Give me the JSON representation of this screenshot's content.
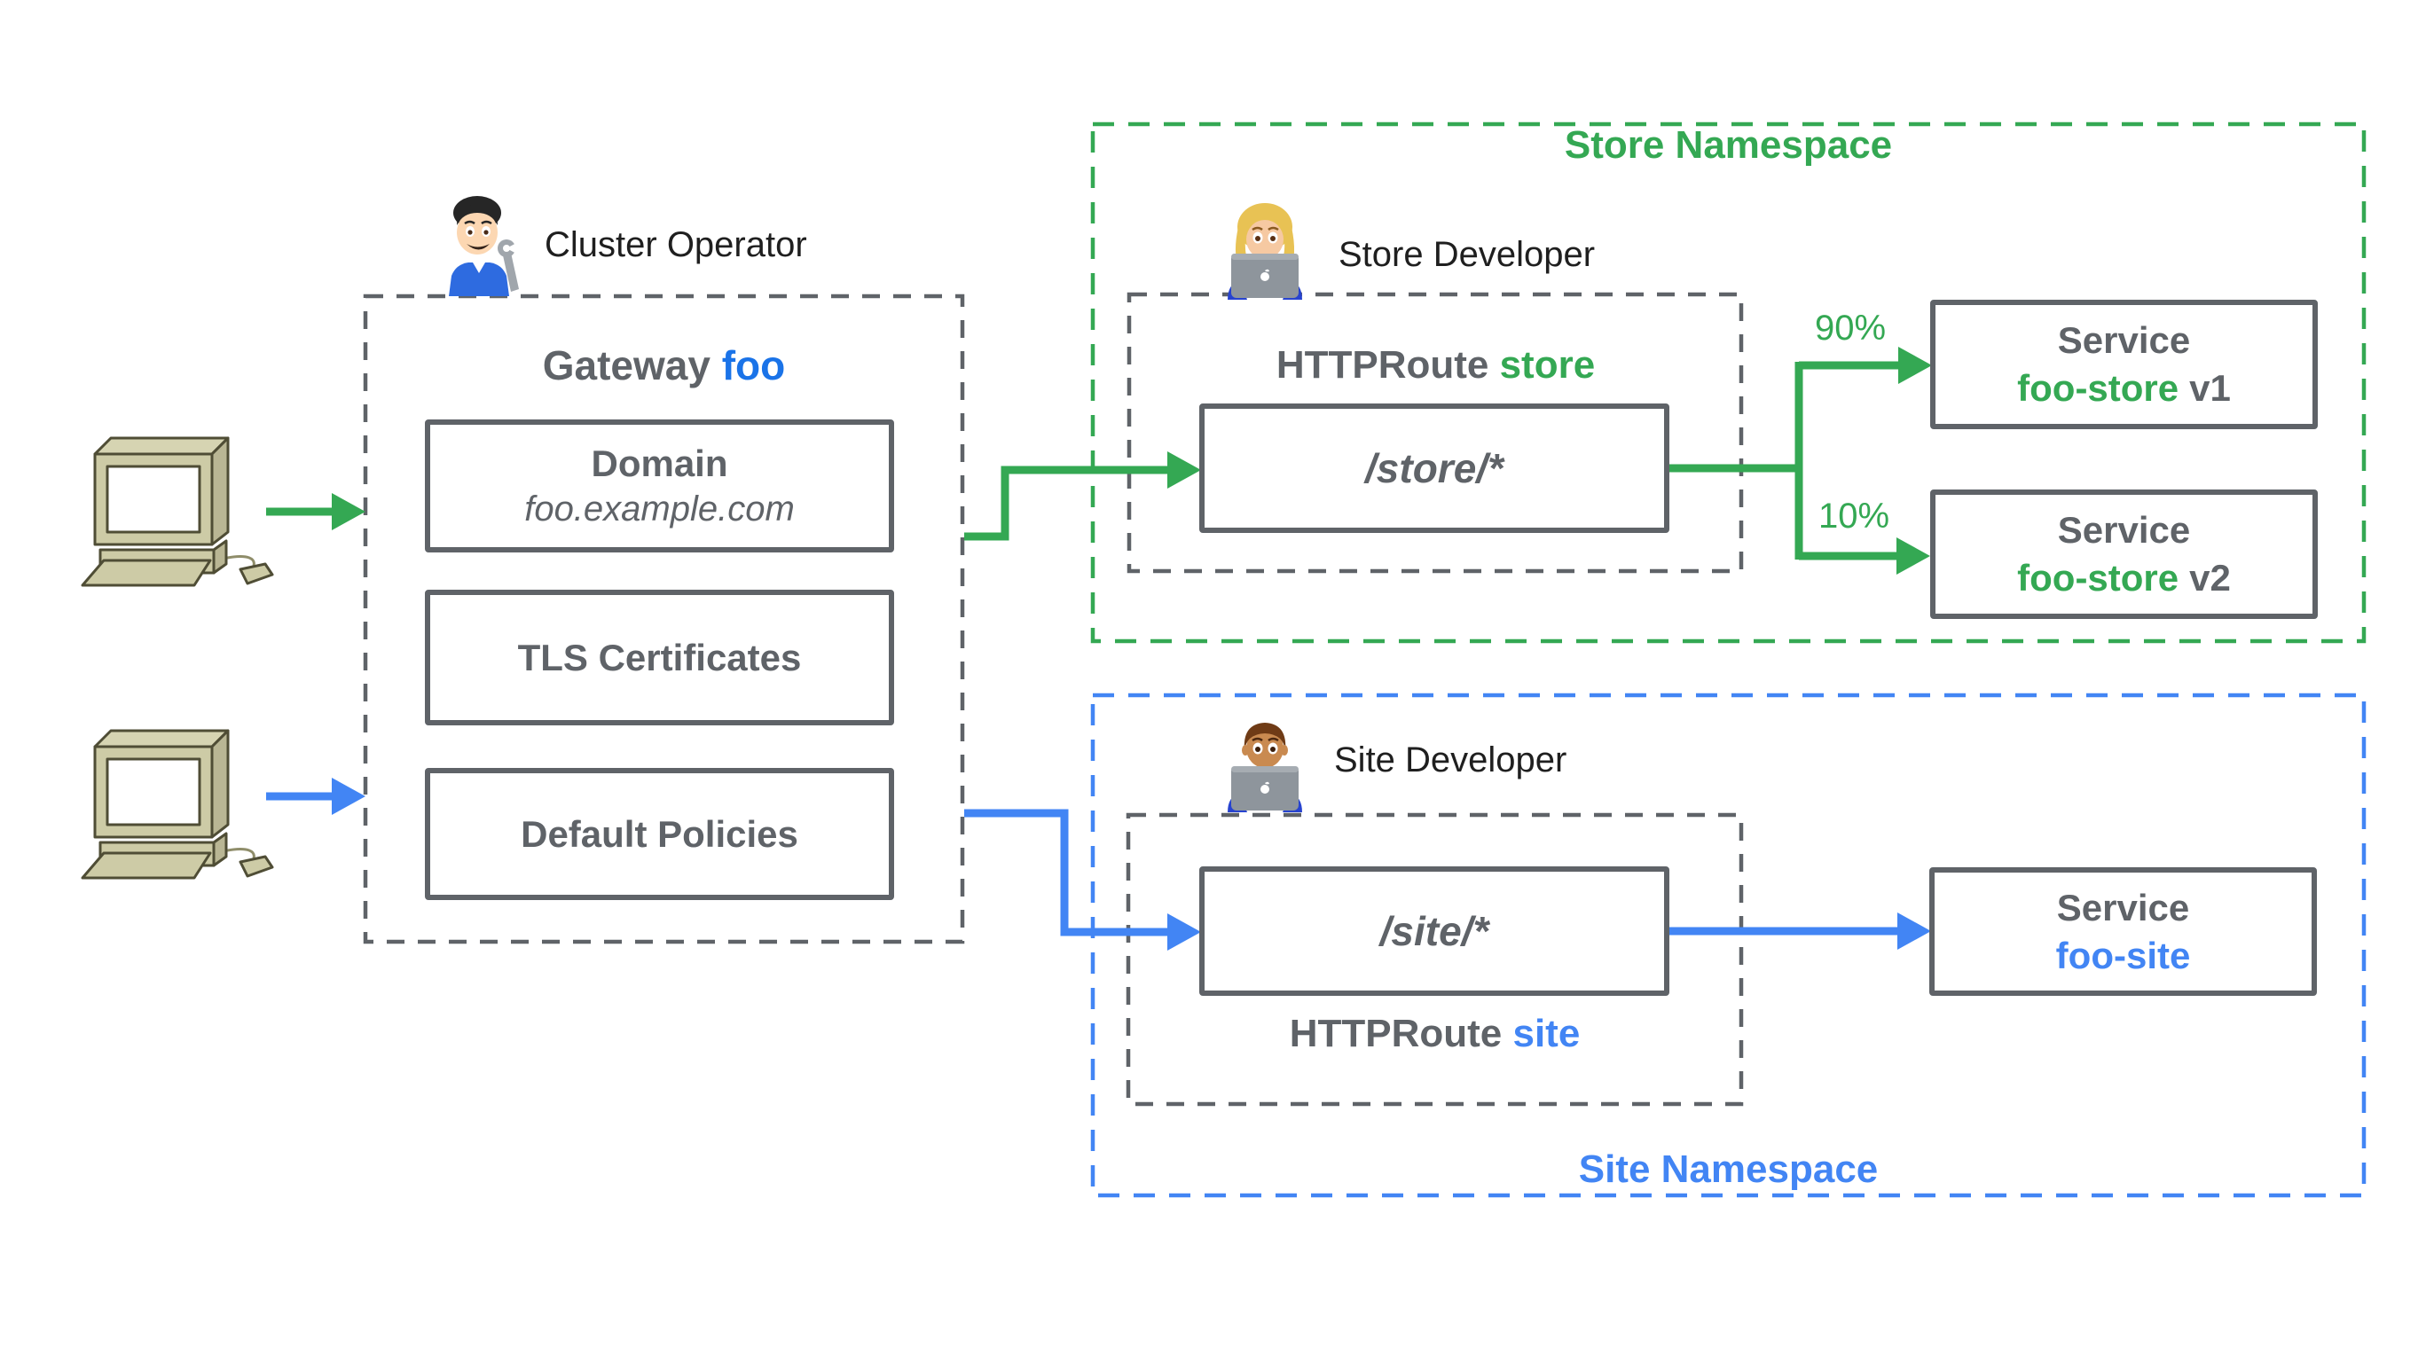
{
  "colors": {
    "green": "#34A853",
    "blue": "#4285F4",
    "blue_dark": "#1A73E8",
    "gray": "#5F6368",
    "ink": "#1F1F1F"
  },
  "icons": {
    "client": "desktop-computer",
    "cluster_operator": "man-mechanic-emoji",
    "store_developer": "woman-technologist-emoji",
    "site_developer": "man-technologist-emoji"
  },
  "gateway": {
    "operator_label": "Cluster Operator",
    "title_prefix": "Gateway",
    "title_name": "foo",
    "domain_box": {
      "title": "Domain",
      "value": "foo.example.com"
    },
    "tls_box": {
      "label": "TLS Certificates"
    },
    "policies_box": {
      "label": "Default Policies"
    }
  },
  "store_namespace": {
    "label": "Store Namespace",
    "developer_label": "Store Developer",
    "httproute": {
      "prefix": "HTTPRoute",
      "name": "store",
      "path": "/store/*"
    },
    "split": {
      "v1_weight": "90%",
      "v2_weight": "10%"
    },
    "service_v1": {
      "line1": "Service",
      "name": "foo-store",
      "version": "v1"
    },
    "service_v2": {
      "line1": "Service",
      "name": "foo-store",
      "version": "v2"
    }
  },
  "site_namespace": {
    "label": "Site Namespace",
    "developer_label": "Site Developer",
    "httproute": {
      "prefix": "HTTPRoute",
      "name": "site",
      "path": "/site/*"
    },
    "service": {
      "line1": "Service",
      "name": "foo-site"
    }
  }
}
